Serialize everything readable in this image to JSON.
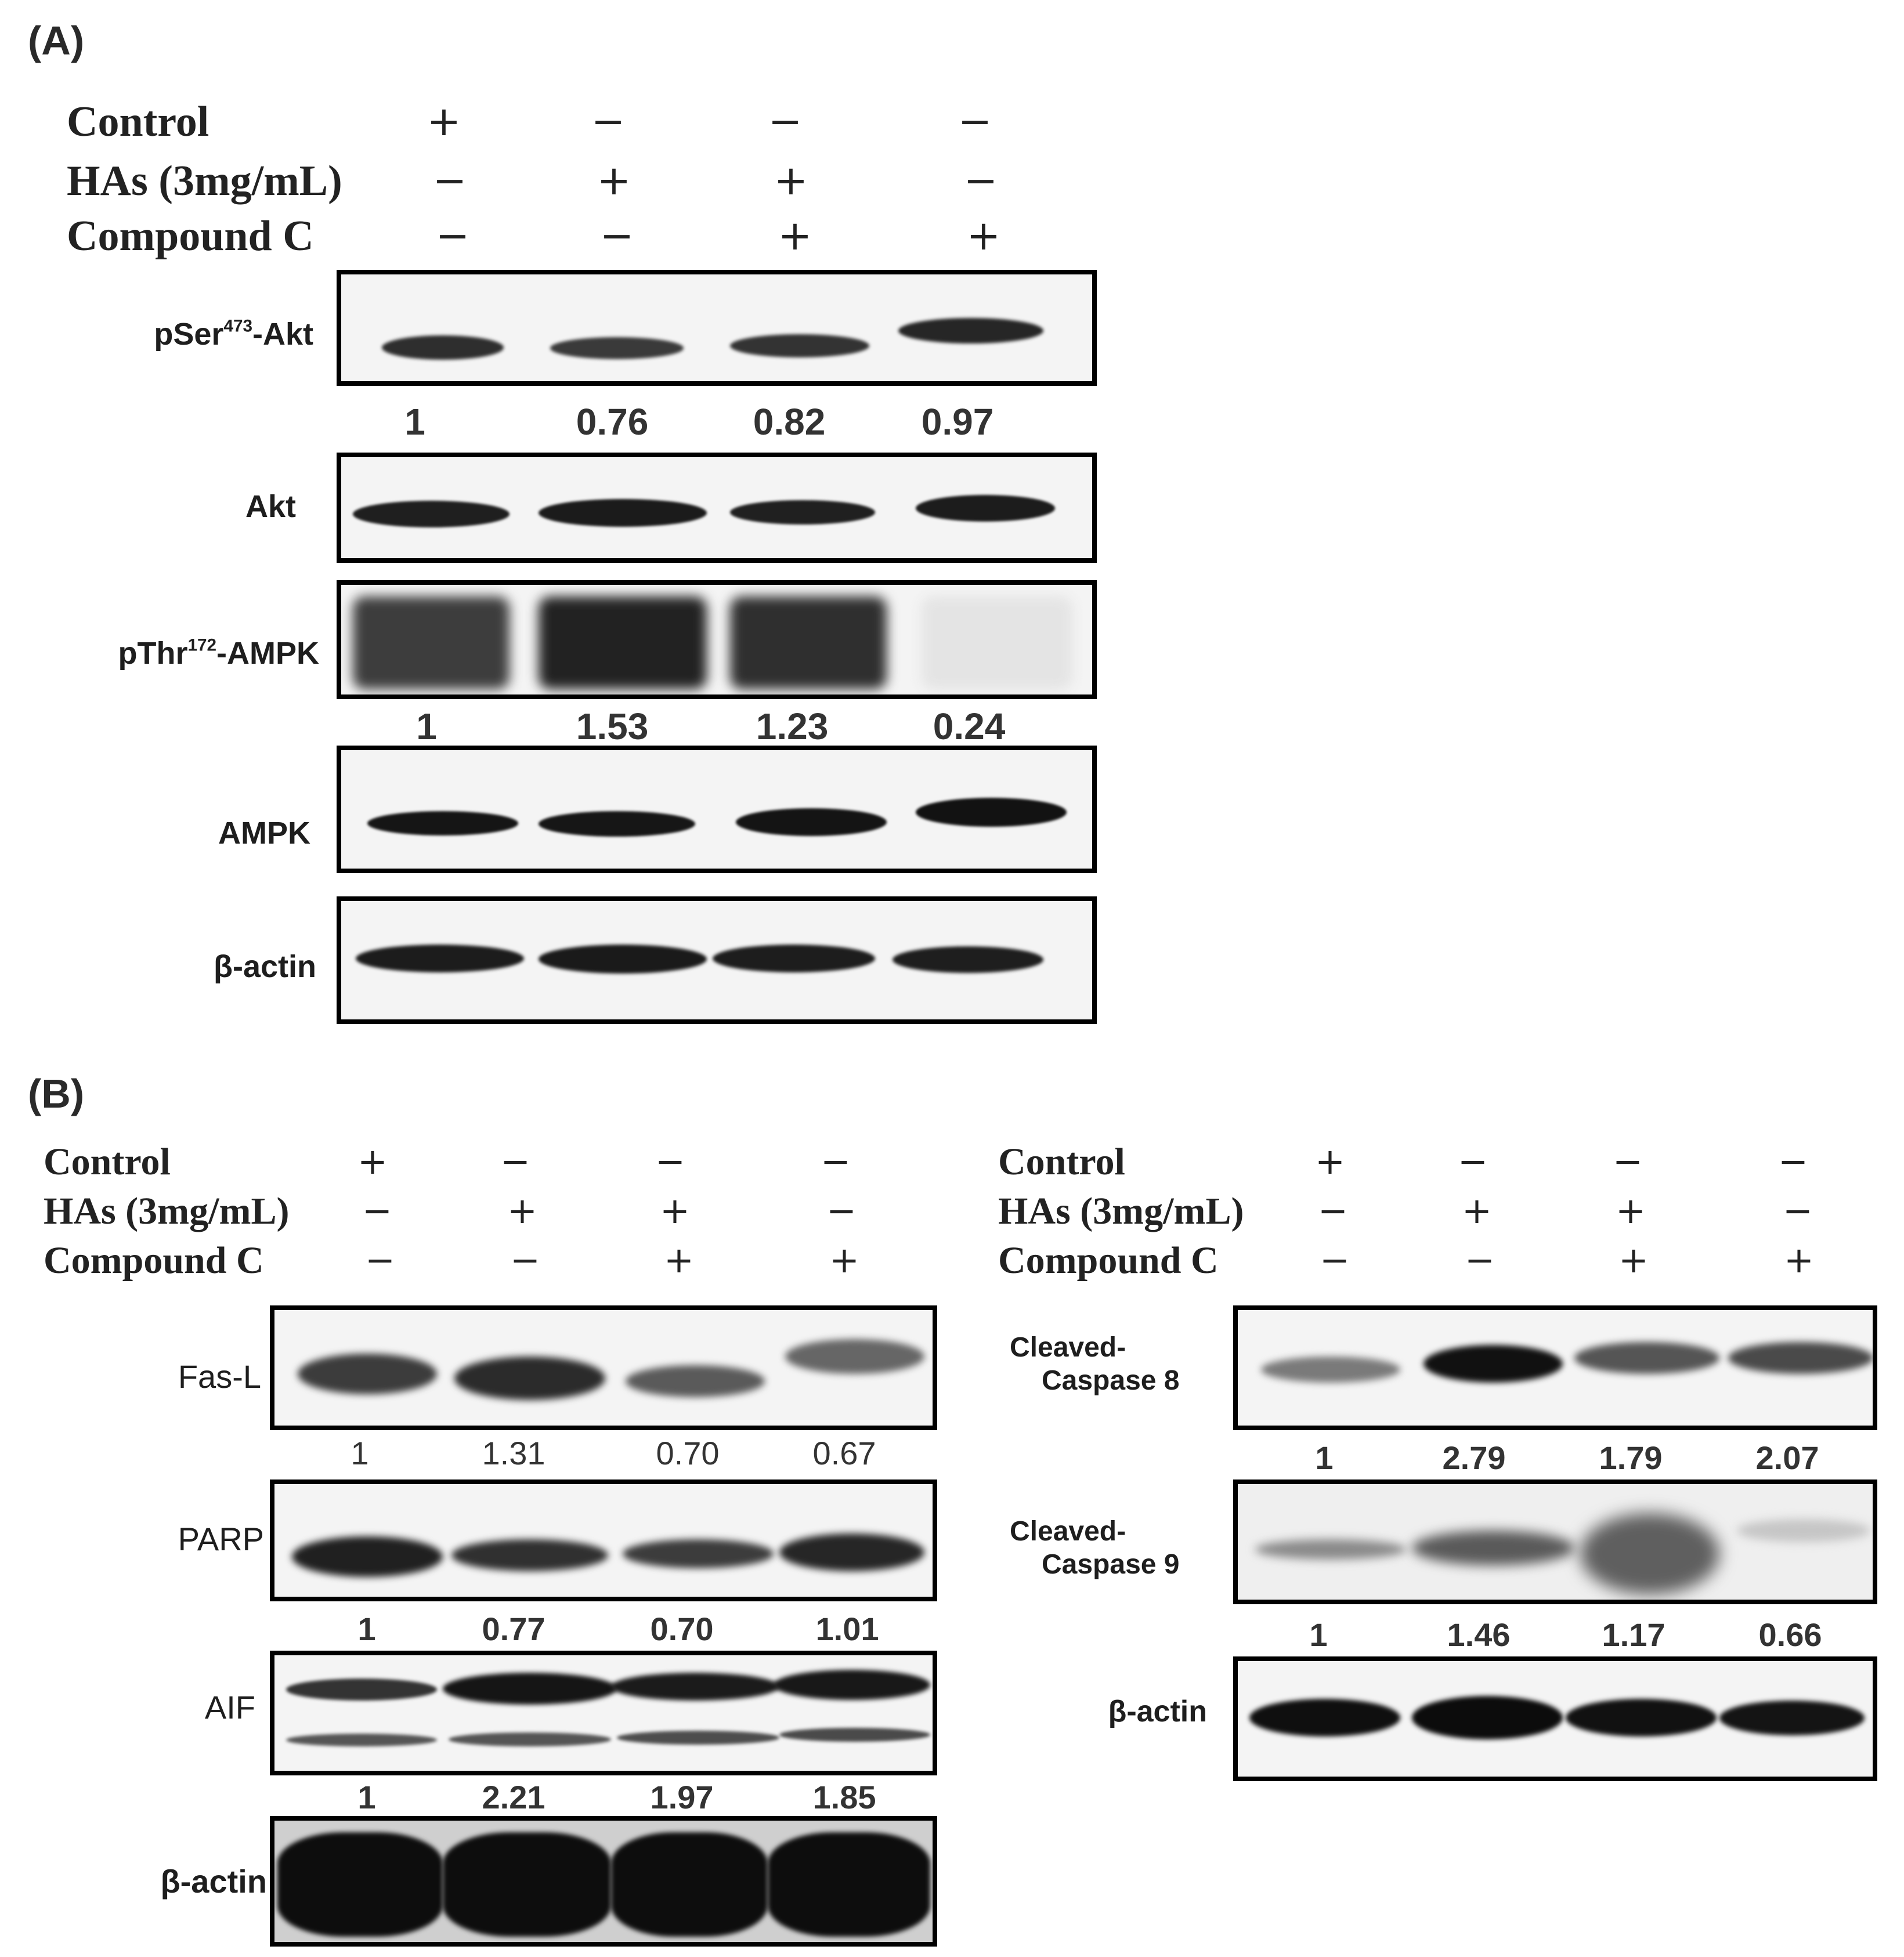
{
  "panelA": {
    "label": "(A)",
    "treatments": [
      {
        "label": "Control",
        "signs": [
          "+",
          "−",
          "−",
          "−"
        ]
      },
      {
        "label": "HAs (3mg/mL)",
        "signs": [
          "−",
          "+",
          "+",
          "−"
        ]
      },
      {
        "label": "Compound C",
        "signs": [
          "−",
          "−",
          "+",
          "+"
        ]
      }
    ],
    "blots": [
      {
        "name": "pSer-Akt",
        "label_main": "pSer",
        "label_sup": "473",
        "label_tail": "-Akt",
        "quant": [
          "1",
          "0.76",
          "0.82",
          "0.97"
        ]
      },
      {
        "name": "Akt",
        "label_main": "Akt",
        "quant": []
      },
      {
        "name": "pThr-AMPK",
        "label_main": "pThr",
        "label_sup": "172",
        "label_tail": "-AMPK",
        "quant": [
          "1",
          "1.53",
          "1.23",
          "0.24"
        ]
      },
      {
        "name": "AMPK",
        "label_main": "AMPK",
        "quant": []
      },
      {
        "name": "beta-actin",
        "label_main": "β-actin",
        "quant": []
      }
    ]
  },
  "panelB": {
    "label": "(B)",
    "left": {
      "treatments": [
        {
          "label": "Control",
          "signs": [
            "+",
            "−",
            "−",
            "−"
          ]
        },
        {
          "label": "HAs (3mg/mL)",
          "signs": [
            "−",
            "+",
            "+",
            "−"
          ]
        },
        {
          "label": "Compound C",
          "signs": [
            "−",
            "−",
            "+",
            "+"
          ]
        }
      ],
      "blots": [
        {
          "name": "Fas-L",
          "label_main": "Fas-L",
          "quant": [
            "1",
            "1.31",
            "0.70",
            "0.67"
          ]
        },
        {
          "name": "PARP",
          "label_main": "PARP",
          "quant": [
            "1",
            "0.77",
            "0.70",
            "1.01"
          ]
        },
        {
          "name": "AIF",
          "label_main": "AIF",
          "quant": [
            "1",
            "2.21",
            "1.97",
            "1.85"
          ]
        },
        {
          "name": "beta-actin",
          "label_main": "β-actin",
          "quant": []
        }
      ]
    },
    "right": {
      "treatments": [
        {
          "label": "Control",
          "signs": [
            "+",
            "−",
            "−",
            "−"
          ]
        },
        {
          "label": "HAs (3mg/mL)",
          "signs": [
            "−",
            "+",
            "+",
            "−"
          ]
        },
        {
          "label": "Compound C",
          "signs": [
            "−",
            "−",
            "+",
            "+"
          ]
        }
      ],
      "blots": [
        {
          "name": "Cleaved-Caspase-8",
          "label_line1": "Cleaved-",
          "label_line2": "Caspase 8",
          "quant": [
            "1",
            "2.79",
            "1.79",
            "2.07"
          ]
        },
        {
          "name": "Cleaved-Caspase-9",
          "label_line1": "Cleaved-",
          "label_line2": "Caspase 9",
          "quant": [
            "1",
            "1.46",
            "1.17",
            "0.66"
          ]
        },
        {
          "name": "beta-actin",
          "label_main": "β-actin",
          "quant": []
        }
      ]
    }
  }
}
